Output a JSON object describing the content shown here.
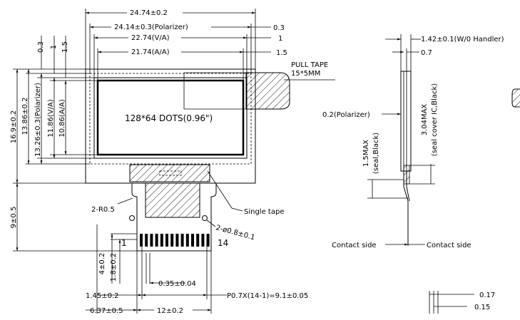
{
  "top_dims": {
    "outline": "24.74±0.2",
    "polarizer": "24.14±0.3(Polarizer)",
    "va": "22.74(V/A)",
    "aa": "21.74(A/A)",
    "r1": "0.3",
    "r2": "1",
    "r3": "1.5"
  },
  "left_dims": {
    "outline": "16.9±0.2",
    "d2": "13.86±0.2",
    "polarizer": "13.26±0.3(Polarizer)",
    "va": "11.86(V/A)",
    "aa": "10.86(A/A)",
    "fpc": "9±0.5",
    "t1": "0.3",
    "t2": "1",
    "t3": "1.5"
  },
  "display": {
    "label": "128*64 DOTS(0.96\")",
    "pull_tape_1": "PULL TAPE",
    "pull_tape_2": "15*5MM"
  },
  "fpc": {
    "radius": "2-R0.5",
    "single_tape": "Single tape",
    "hole": "2-ø0.8±0.1",
    "pin_first": "1",
    "pin_last": "14"
  },
  "bottom_dims": {
    "d4": "4±0.2",
    "d18": "1.8±0.2",
    "pitch_w": "0.35±0.04",
    "d145": "1.45±0.2",
    "pitch": "P0.7X(14-1)=9.1±0.05",
    "d637": "6.37±0.5",
    "d12": "12±0.2"
  },
  "side_view": {
    "thickness": "1.42±0.1(W/0 Handler)",
    "d07": "0.7",
    "polarizer": "0.2(Polarizer)",
    "seal_cover_1": "3.04MAX",
    "seal_cover_2": "(seal cover IC,Black)",
    "seal_1": "1.5MAX",
    "seal_2": "(seal,Black)",
    "contact_left": "Contact side",
    "contact_right": "Contact side",
    "d017": "0.17",
    "d015": "0.15"
  }
}
